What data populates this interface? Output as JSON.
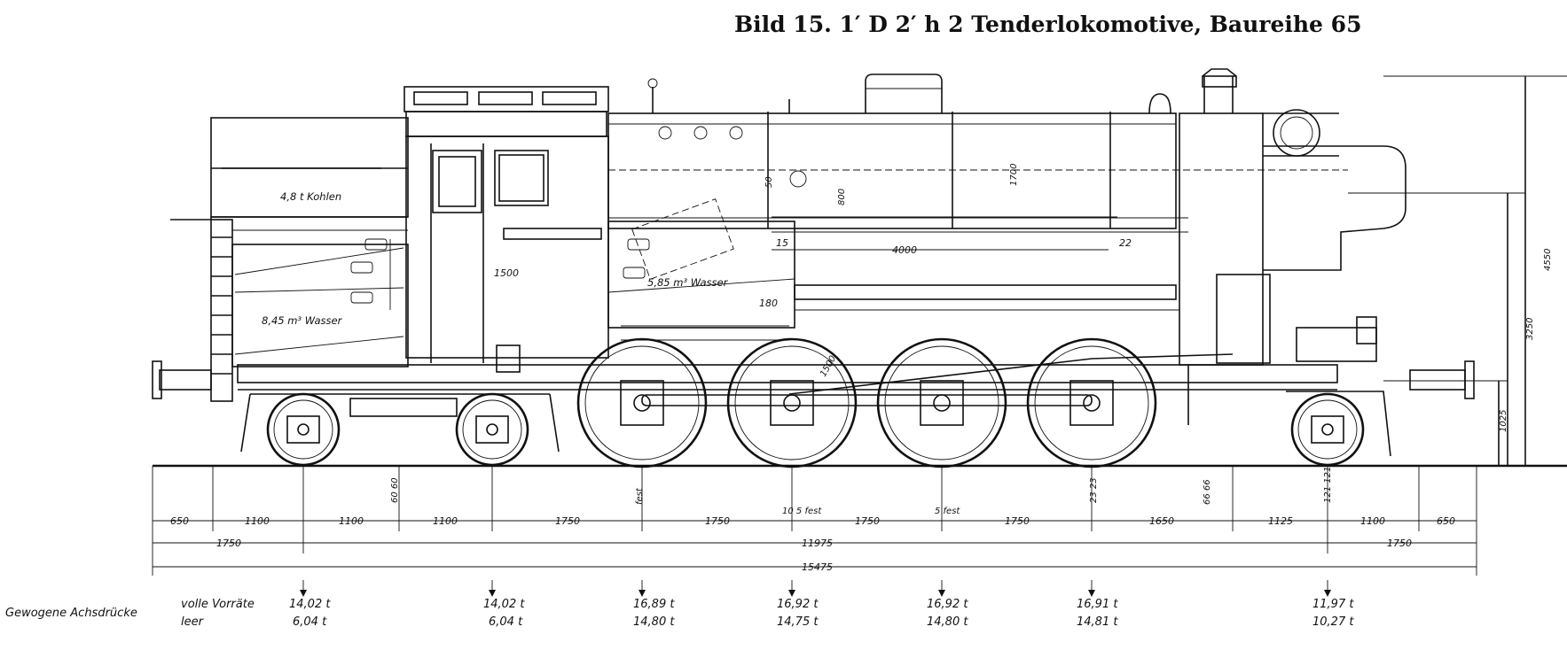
{
  "title": "Bild 15.   1′ D 2′ h 2 Tenderlokomotive, Baureihe 65",
  "drawing_labels": {
    "coal": "4,8 t Kohlen",
    "water_rear": "8,45 m³ Wasser",
    "water_side": "5,85 m³ Wasser",
    "dim_1500": "1500",
    "dim_4000": "4000",
    "dim_800": "800",
    "dim_50": "50",
    "dim_1700": "1700",
    "dim_15": "15",
    "dim_22": "22",
    "dim_180": "180",
    "dim_1500b": "1500"
  },
  "height_dims": {
    "total": "4550",
    "boiler_axis": "3250",
    "buffer": "1025"
  },
  "clearances": [
    "60 60",
    "fest",
    "10 5 fest",
    "5 fest",
    "23 23",
    "66 66",
    "121 121"
  ],
  "dim_row1": [
    "650",
    "1100",
    "1100",
    "1100",
    "1750",
    "1750",
    "1750",
    "1750",
    "1650",
    "1125",
    "1100",
    "650"
  ],
  "dim_row2": [
    "1750",
    "11975",
    "1750"
  ],
  "dim_row3": [
    "15475"
  ],
  "axle_weights": {
    "row_label": "Gewogene Achsdrücke",
    "full_label": "volle Vorräte",
    "empty_label": "leer",
    "full": [
      "14,02 t",
      "14,02 t",
      "16,89 t",
      "16,92 t",
      "16,92 t",
      "16,91 t",
      "11,97 t"
    ],
    "empty": [
      "6,04 t",
      "6,04 t",
      "14,80 t",
      "14,75 t",
      "14,80 t",
      "14,81 t",
      "10,27 t"
    ]
  }
}
